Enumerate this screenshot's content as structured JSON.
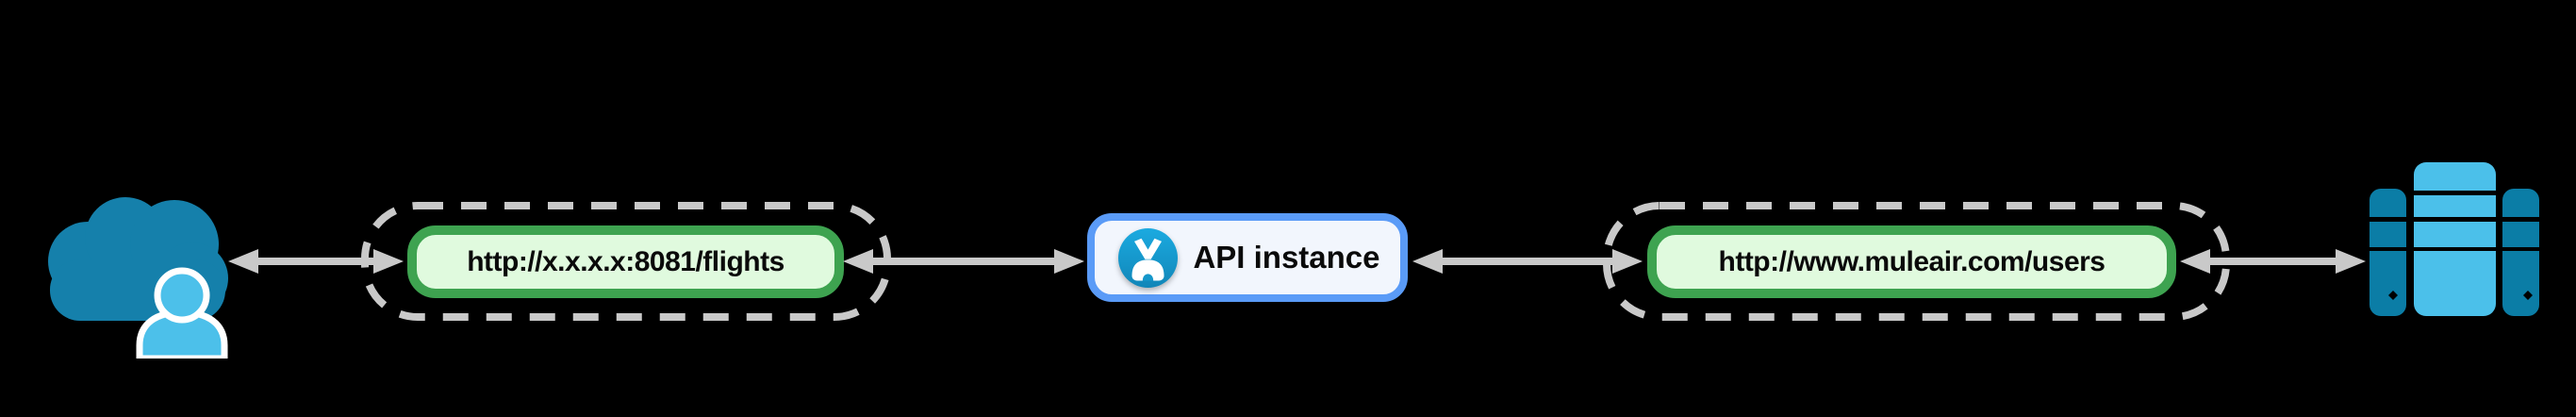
{
  "canvas": {
    "background": "#000000",
    "connector_color": "#C9C9C9"
  },
  "nodes": {
    "client": {
      "icon": "cloud-user-icon",
      "cloud_color": "#1580AB",
      "person_color": "#4CC0EA"
    },
    "inbound_endpoint": {
      "label": "http://x.x.x.x:8081/flights",
      "border_color": "#3EA350",
      "fill_color": "#E0FADE",
      "outline_style": "dashed"
    },
    "api_instance": {
      "label": "API instance",
      "icon": "mule-api-logo-icon",
      "border_color": "#5A9BF7",
      "fill_color": "#F2F6FD",
      "logo_color": "#18A3DC"
    },
    "outbound_endpoint": {
      "label": "http://www.muleair.com/users",
      "border_color": "#3EA350",
      "fill_color": "#E0FADE",
      "outline_style": "dashed"
    },
    "backend": {
      "icon": "server-icon",
      "primary_color": "#4BC0EA",
      "secondary_color": "#0B7DA6"
    }
  },
  "connectors": [
    {
      "from": "client",
      "to": "inbound_endpoint",
      "type": "double-arrow"
    },
    {
      "from": "inbound_endpoint",
      "to": "api_instance",
      "type": "double-arrow"
    },
    {
      "from": "api_instance",
      "to": "outbound_endpoint",
      "type": "double-arrow"
    },
    {
      "from": "outbound_endpoint",
      "to": "backend",
      "type": "double-arrow"
    }
  ]
}
